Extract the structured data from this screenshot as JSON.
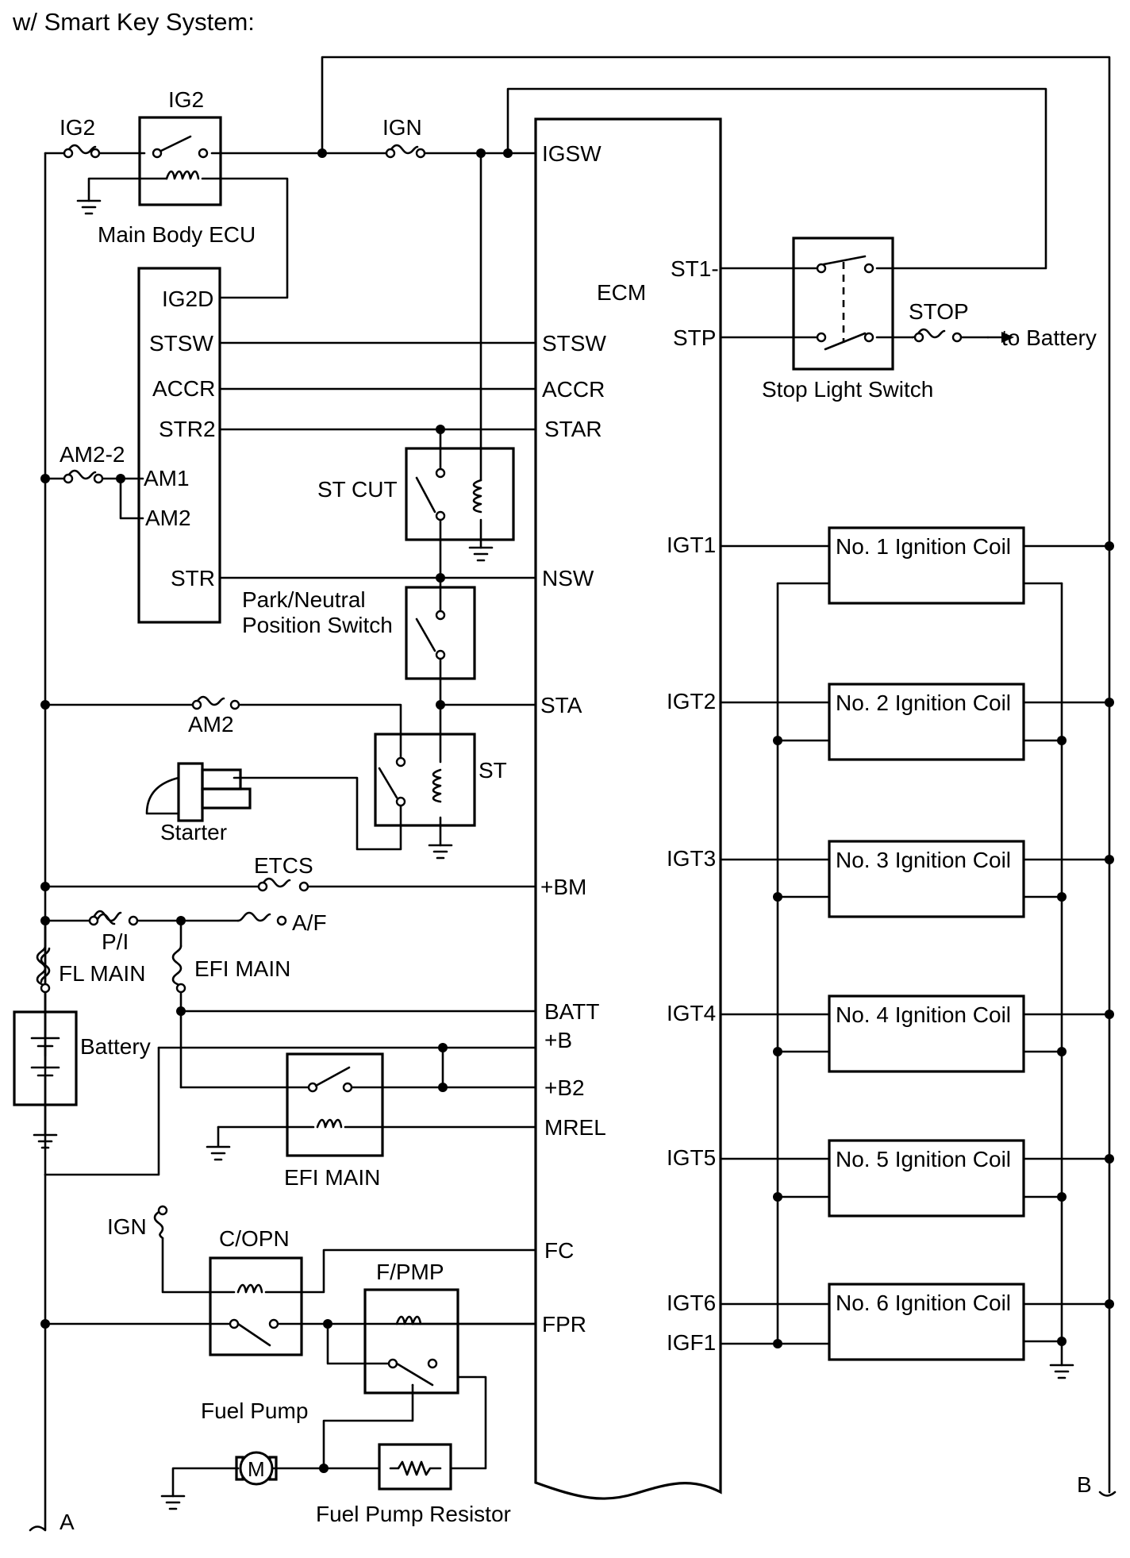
{
  "header": {
    "title": "w/ Smart Key System:"
  },
  "ecm": {
    "name": "ECM",
    "left_pins": {
      "igsw": "IGSW",
      "stsw": "STSW",
      "accr": "ACCR",
      "star": "STAR",
      "nsw": "NSW",
      "sta": "STA",
      "bm": "+BM",
      "batt": "BATT",
      "b": "+B",
      "b2": "+B2",
      "mrel": "MREL",
      "fc": "FC",
      "fpr": "FPR"
    },
    "right_pins": {
      "st1": "ST1-",
      "stp": "STP",
      "igt1": "IGT1",
      "igt2": "IGT2",
      "igt3": "IGT3",
      "igt4": "IGT4",
      "igt5": "IGT5",
      "igt6": "IGT6",
      "igf1": "IGF1"
    }
  },
  "body_ecu": {
    "name": "Main Body ECU",
    "pins": {
      "ig2d": "IG2D",
      "stsw": "STSW",
      "accr": "ACCR",
      "str2": "STR2",
      "am1": "AM1",
      "am2": "AM2",
      "str": "STR"
    }
  },
  "fuses": {
    "ig2": "IG2",
    "ign": "IGN",
    "am2_2": "AM2-2",
    "am2": "AM2",
    "etcs": "ETCS",
    "pi": "P/I",
    "af": "A/F",
    "fl_main": "FL MAIN",
    "efi_main": "EFI MAIN",
    "stop": "STOP",
    "ign_fuel": "IGN"
  },
  "relays": {
    "ig2": "IG2",
    "st_cut": "ST CUT",
    "st": "ST",
    "efi_main": "EFI MAIN",
    "c_opn": "C/OPN",
    "f_pmp": "F/PMP"
  },
  "components": {
    "park_neutral_line1": "Park/Neutral",
    "park_neutral_line2": "Position Switch",
    "starter": "Starter",
    "battery": "Battery",
    "stop_light_switch": "Stop Light Switch",
    "to_battery": "to Battery",
    "fuel_pump": "Fuel Pump",
    "fuel_pump_resistor": "Fuel Pump Resistor",
    "coils": [
      "No. 1 Ignition Coil",
      "No. 2 Ignition Coil",
      "No. 3 Ignition Coil",
      "No. 4 Ignition Coil",
      "No. 5 Ignition Coil",
      "No. 6 Ignition Coil"
    ],
    "motor_symbol": "M"
  },
  "connectors": {
    "a": "A",
    "b": "B"
  }
}
